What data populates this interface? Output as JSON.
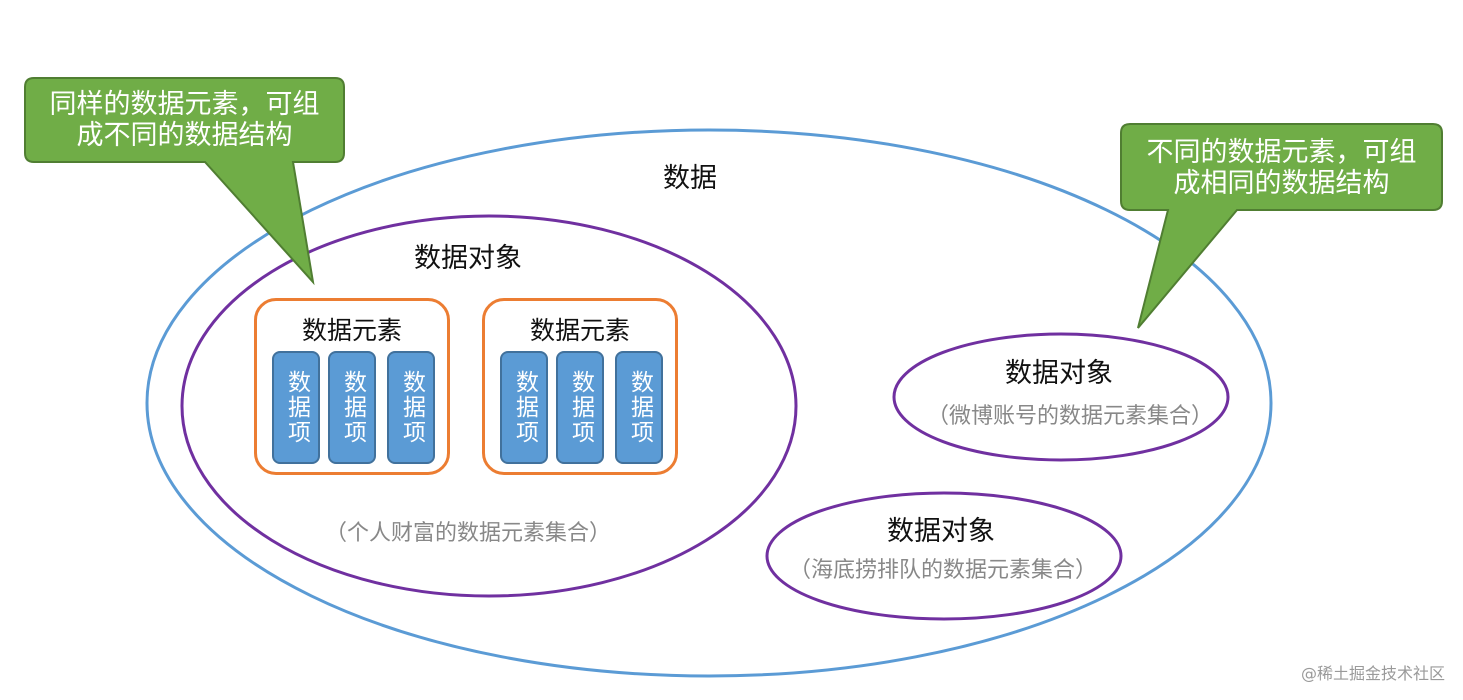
{
  "root": {
    "label": "数据"
  },
  "objects": [
    {
      "label": "数据对象",
      "annotation": "（个人财富的数据元素集合）",
      "elements": [
        {
          "label": "数据元素",
          "items": [
            "数据项",
            "数据项",
            "数据项"
          ]
        },
        {
          "label": "数据元素",
          "items": [
            "数据项",
            "数据项",
            "数据项"
          ]
        }
      ]
    },
    {
      "label": "数据对象",
      "annotation": "（微博账号的数据元素集合）"
    },
    {
      "label": "数据对象",
      "annotation": "（海底捞排队的数据元素集合）"
    }
  ],
  "callouts": [
    {
      "line1": "同样的数据元素，可组",
      "line2": "成不同的数据结构"
    },
    {
      "line1": "不同的数据元素，可组",
      "line2": "成相同的数据结构"
    }
  ],
  "watermark": "@稀土掘金技术社区",
  "colors": {
    "outer_ellipse": "#5b9bd5",
    "object_ellipse": "#7030a0",
    "element_border": "#ec7d32",
    "item_fill": "#5b9bd5",
    "callout_fill": "#70ad47"
  }
}
